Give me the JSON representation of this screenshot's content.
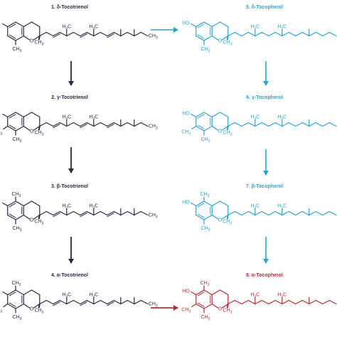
{
  "colors": {
    "tocotrienol": "#2a2846",
    "tocopherol": "#2aa3d0",
    "target": "#b8282e",
    "red_arrow": "#a8323a"
  },
  "compounds": [
    {
      "label": "1. δ-Tocotrienol",
      "family": "tocotrienol",
      "methyls": [
        "8"
      ]
    },
    {
      "label": "2. γ-Tocotrienol",
      "family": "tocotrienol",
      "methyls": [
        "7",
        "8"
      ]
    },
    {
      "label": "3. β-Tocotrienol",
      "family": "tocotrienol",
      "methyls": [
        "5",
        "8"
      ]
    },
    {
      "label": "4. α-Tocotrienol",
      "family": "tocotrienol",
      "methyls": [
        "5",
        "7",
        "8"
      ]
    },
    {
      "label": "5. δ-Tocopherol",
      "family": "tocopherol",
      "methyls": [
        "8"
      ]
    },
    {
      "label": "6. γ-Tocopherol",
      "family": "tocopherol",
      "methyls": [
        "7",
        "8"
      ]
    },
    {
      "label": "7. β-Tocopherol",
      "family": "tocopherol",
      "methyls": [
        "5",
        "8"
      ]
    },
    {
      "label": "8. α-Tocopherol",
      "family": "target",
      "methyls": [
        "5",
        "7",
        "8"
      ]
    }
  ],
  "atoms": {
    "hydroxyl": "HO",
    "ring_oxygen": "O",
    "methyl_c": "CH",
    "methyl_h3": "H",
    "subscript3": "3"
  }
}
